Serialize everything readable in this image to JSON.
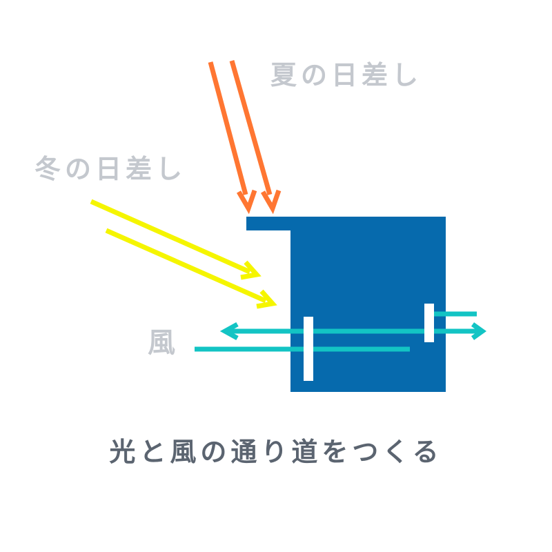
{
  "labels": {
    "summer_sun": "夏の日差し",
    "winter_sun": "冬の日差し",
    "wind": "風"
  },
  "caption": "光と風の通り道をつくる",
  "colors": {
    "house": "#066aad",
    "summer_sun": "#ff7632",
    "winter_sun": "#f5f500",
    "wind": "#13c4c4",
    "window": "#ffffff",
    "label": "#c4c8ce",
    "caption": "#5b6470"
  }
}
